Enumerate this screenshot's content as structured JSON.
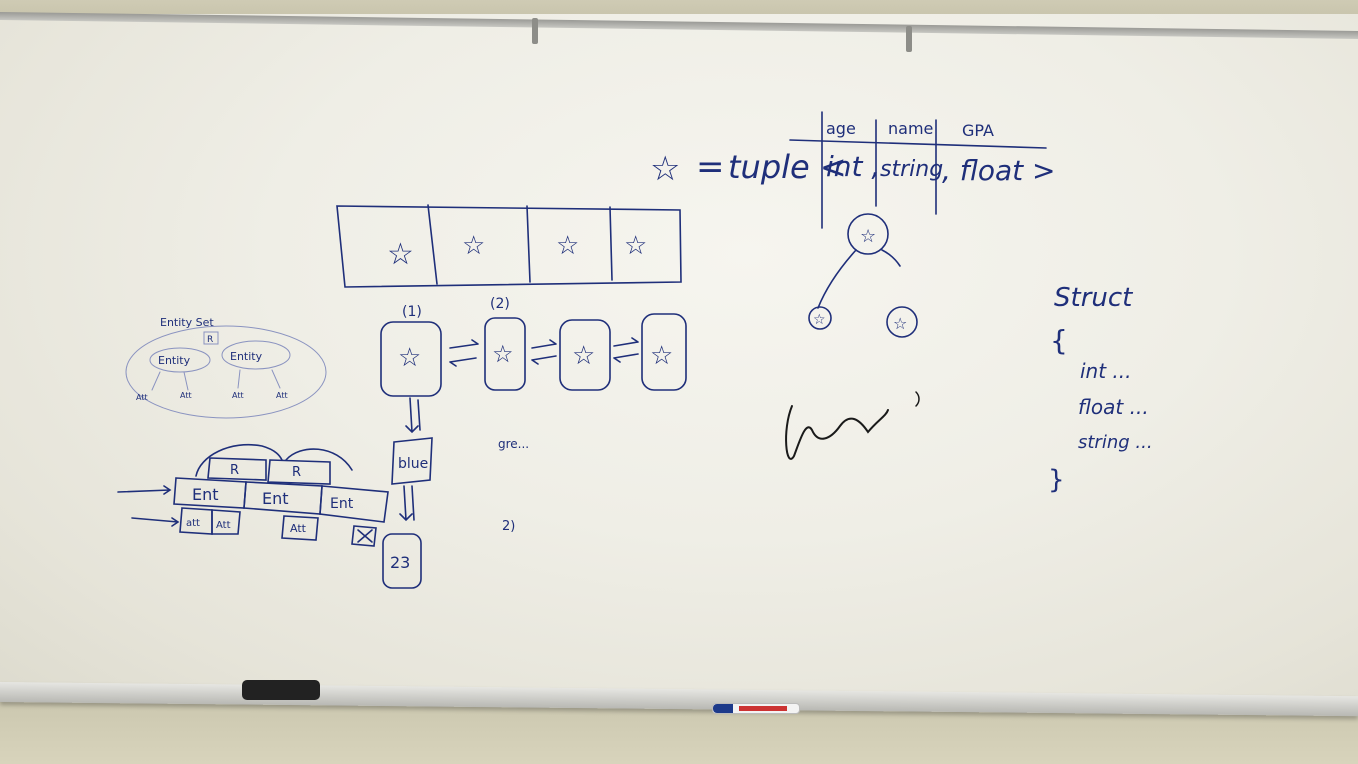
{
  "board": {
    "tuple_definition": {
      "lhs_symbol": "☆",
      "equals": "=",
      "keyword": "tuple <",
      "field_headers": [
        "age",
        "name",
        "GPA"
      ],
      "field_types": [
        "int ,",
        "string",
        ", float >"
      ]
    },
    "array_cells": [
      "☆",
      "☆",
      "☆",
      "☆"
    ],
    "linked_list": {
      "labels": [
        "(1)",
        "(2)"
      ],
      "nodes": [
        "☆",
        "☆",
        "☆",
        "☆"
      ],
      "below_nodes": [
        "blue",
        "23"
      ]
    },
    "small_notes": [
      "gre...",
      "2)"
    ],
    "tree_nodes": [
      "☆",
      "☆",
      "☆"
    ],
    "struct_definition": {
      "keyword": "Struct",
      "open_brace": "{",
      "members": [
        "int ...",
        "float ...",
        "string ..."
      ],
      "close_brace": "}"
    },
    "er_diagram_small": {
      "title": "Entity Set",
      "relation": "R",
      "entities": [
        "Entity",
        "Entity"
      ],
      "attributes": [
        "Att",
        "Att",
        "Att",
        "Att"
      ]
    },
    "er_diagram": {
      "relations": [
        "R",
        "R"
      ],
      "entities": [
        "Ent",
        "Ent",
        "Ent"
      ],
      "attributes": [
        "att",
        "Att",
        "Att"
      ]
    }
  },
  "colors": {
    "ink_blue": "#1f2f7a",
    "ink_faint": "#6f7bb0",
    "ink_black": "#1a1a1a",
    "board": "#f2f1ea"
  }
}
